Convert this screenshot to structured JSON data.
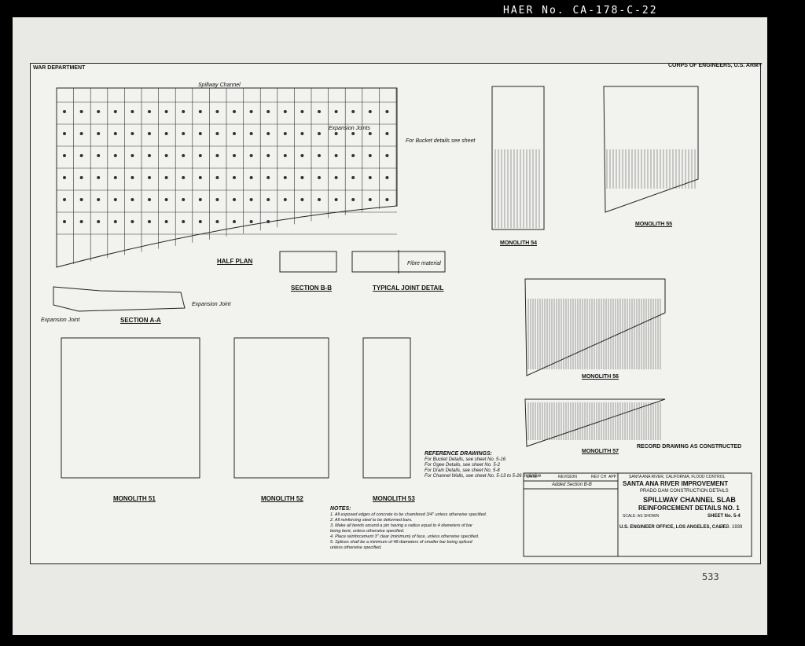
{
  "header": {
    "haer_id": "HAER No. CA-178-C-22"
  },
  "drawing": {
    "agency_left": "WAR DEPARTMENT",
    "agency_right": "CORPS OF ENGINEERS, U.S. ARMY",
    "channel_label": "Spillway Channel"
  },
  "views": {
    "half_plan": "HALF PLAN",
    "section_bb": "SECTION B-B",
    "typical_joint": "TYPICAL JOINT DETAIL",
    "section_aa": "SECTION A-A",
    "monolith_54": "MONOLITH 54",
    "monolith_55": "MONOLITH 55",
    "monolith_56": "MONOLITH 56",
    "monolith_57": "MONOLITH 57",
    "monolith_51": "MONOLITH 51",
    "monolith_52": "MONOLITH 52",
    "monolith_53": "MONOLITH 53"
  },
  "annotations": {
    "expansion_joints": "Expansion Joints",
    "expansion_joint": "Expansion Joint",
    "bucket_details": "For Bucket details see sheet",
    "fibre_material": "Fibre material",
    "record_drawing": "RECORD DRAWING AS CONSTRUCTED"
  },
  "reference_drawings": {
    "heading": "REFERENCE DRAWINGS:",
    "lines": [
      "For Bucket Details, see sheet No. 5-16",
      "For Ogee Details, see sheet No. 5-2",
      "For Drain Details, see sheet No. 5-8",
      "For Channel Walls, see sheet No. 5-13 to 5-26 inclusive"
    ]
  },
  "notes": {
    "heading": "NOTES:",
    "lines": [
      "1. All exposed edges of concrete to be chamfered 3/4\" unless otherwise specified.",
      "2. All reinforcing steel to be deformed bars.",
      "3. Make all bends around a pin having a radius equal to 4 diameters of bar",
      "   being bent, unless otherwise specified.",
      "4. Place reinforcement 3\" clear (minimum) of face, unless otherwise specified.",
      "5. Splices shall be a minimum of 48 diameters of smaller bar being spliced",
      "   unless otherwise specified."
    ]
  },
  "revisions": {
    "headers": [
      "DATE",
      "REVISION",
      "REV",
      "CH",
      "APP"
    ],
    "row": "Added Section B-B"
  },
  "title_block": {
    "line1": "SANTA ANA RIVER, CALIFORNIA, FLOOD CONTROL",
    "line2": "SANTA ANA RIVER IMPROVEMENT",
    "line3": "PRADO DAM CONSTRUCTION DETAILS",
    "line4": "SPILLWAY CHANNEL SLAB",
    "line5": "REINFORCEMENT DETAILS NO. 1",
    "scale": "SCALE: AS SHOWN",
    "sheet": "SHEET No. 5-4",
    "office": "U.S. ENGINEER OFFICE, LOS ANGELES, CALIF.",
    "date": "FEB. 1939"
  },
  "page_number": "533"
}
